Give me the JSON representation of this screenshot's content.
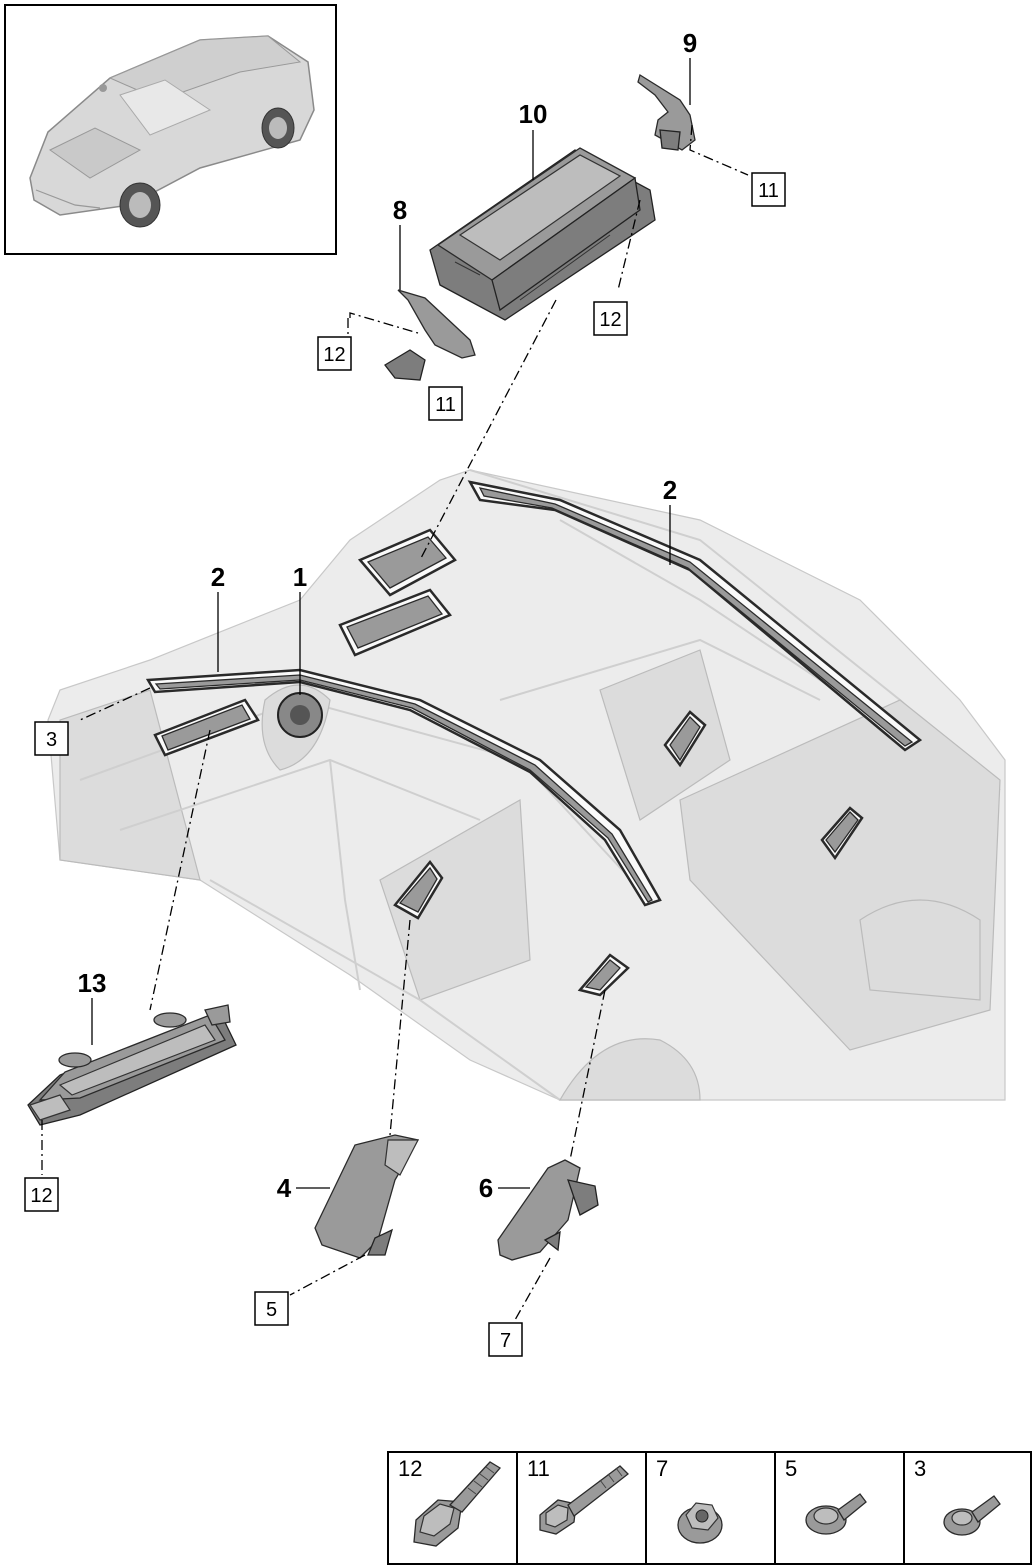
{
  "callouts": {
    "n1": "1",
    "n2a": "2",
    "n2b": "2",
    "n4": "4",
    "n6": "6",
    "n8": "8",
    "n9": "9",
    "n10": "10",
    "n13": "13"
  },
  "boxed_refs": {
    "b3": "3",
    "b5": "5",
    "b7": "7",
    "b11a": "11",
    "b11b": "11",
    "b12a": "12",
    "b12b": "12",
    "b12c": "12"
  },
  "fastener_table": {
    "cells": [
      {
        "label": "12",
        "icon": "flange-bolt-icon"
      },
      {
        "label": "11",
        "icon": "long-bolt-icon"
      },
      {
        "label": "7",
        "icon": "flange-nut-icon"
      },
      {
        "label": "5",
        "icon": "collar-screw-icon"
      },
      {
        "label": "3",
        "icon": "short-screw-icon"
      }
    ]
  },
  "colors": {
    "part_fill": "#9a9a9a",
    "body_shell": "#ececec",
    "line": "#000000"
  }
}
